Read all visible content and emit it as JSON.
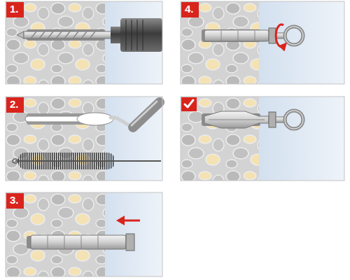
{
  "diagram": {
    "nodes": [
      {
        "text": [
          "1."
        ]
      },
      {
        "text": [
          "2."
        ]
      },
      {
        "text": [
          "3."
        ]
      },
      {
        "text": [
          "4."
        ]
      }
    ]
  }
}
